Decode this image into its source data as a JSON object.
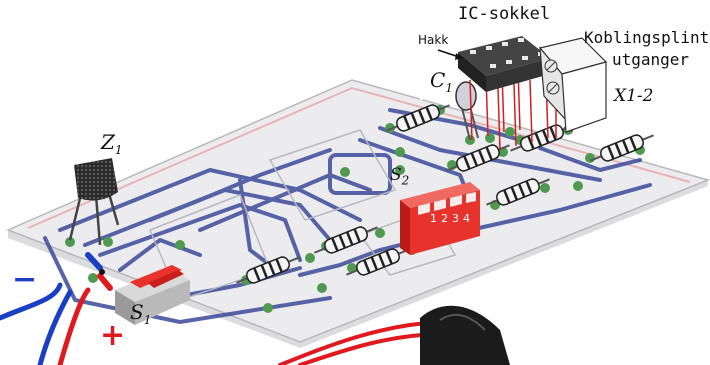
{
  "labels": {
    "ic_socket": "IC-sokkel",
    "notch": "Hakk",
    "terminal_line1": "Koblingsplint",
    "terminal_line2": "utganger",
    "terminal_ref": "X1-2",
    "c1_letter": "C",
    "c1_sub": "1",
    "z1_letter": "Z",
    "z1_sub": "1",
    "s2_letter": "S",
    "s2_sub": "2",
    "s1_letter": "S",
    "s1_sub": "1",
    "minus": "−",
    "plus": "+",
    "dip_numbers": "1234"
  },
  "colors": {
    "board": "#e9e9ec",
    "trace": "#3b4a9a",
    "pad": "#4e9a4e",
    "dip_switch": "#e8332c",
    "wire_red": "#e0191e",
    "wire_blue": "#1a3fc4"
  }
}
